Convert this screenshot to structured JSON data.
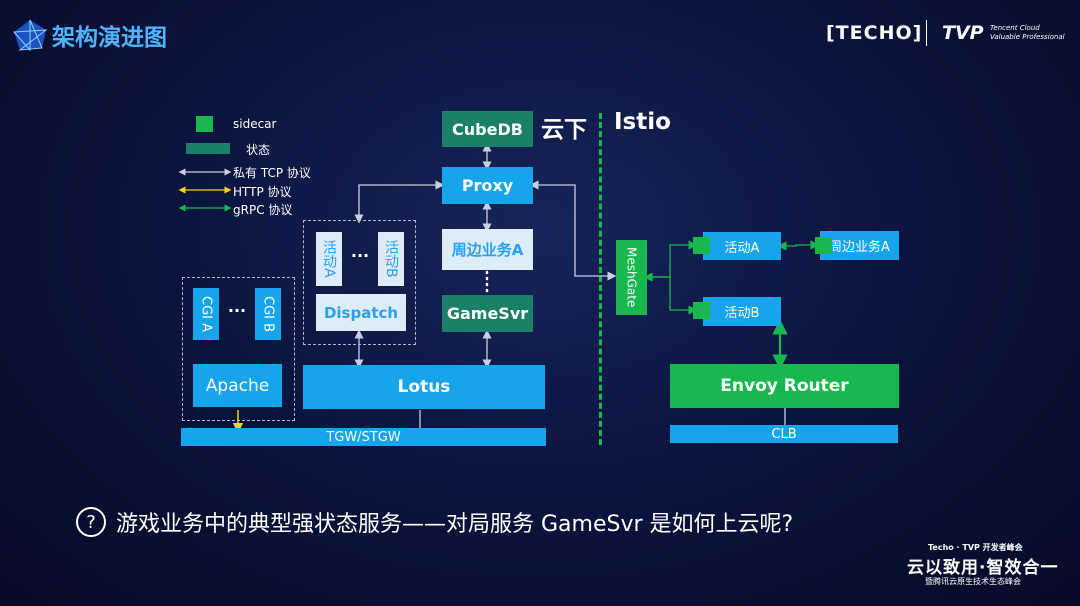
{
  "title": "架构演进图",
  "logos": {
    "techo": "[TECHO]",
    "tvp": "TVP",
    "tvp_sub1": "Tencent Cloud",
    "tvp_sub2": "Valuable Professional"
  },
  "legend": {
    "sidecar": "sidecar",
    "state": "状态",
    "tcp": "私有 TCP 协议",
    "http": "HTTP 协议",
    "grpc": "gRPC 协议"
  },
  "section": {
    "left": "云下",
    "right": "Istio"
  },
  "nodes": {
    "cubedb": "CubeDB",
    "proxy": "Proxy",
    "peripheral_a": "周边业务A",
    "gamesvr": "GameSvr",
    "activity_a_v": "活动A",
    "activity_b_v": "活动B",
    "dispatch": "Dispatch",
    "cgi_a": "CGI A",
    "cgi_b": "CGI B",
    "apache": "Apache",
    "lotus": "Lotus",
    "tgw": "TGW/STGW",
    "meshgate": "MeshGate",
    "activity_a": "活动A",
    "activity_b": "活动B",
    "peripheral_a_r": "周边业务A",
    "envoy": "Envoy Router",
    "clb": "CLB",
    "ellipsis": "···"
  },
  "question": "游戏业务中的典型强状态服务——对局服务 GameSvr 是如何上云呢?",
  "event": {
    "line1": "Techo · TVP 开发者峰会",
    "line2": "云以致用·智效合一",
    "line3": "暨腾讯云原生技术生态峰会"
  },
  "colors": {
    "blue": "#16a4ea",
    "green": "#1b8068",
    "bright_green": "#18b84e"
  }
}
